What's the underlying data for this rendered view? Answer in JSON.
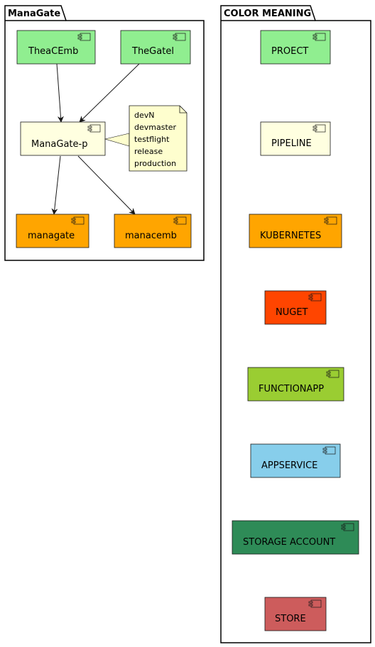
{
  "packages": {
    "managate": {
      "title": "ManaGate"
    },
    "legend": {
      "title": "COLOR MEANING"
    }
  },
  "colors": {
    "project": "#90EE90",
    "pipeline": "#FFFFE0",
    "kubernetes": "#FFA500",
    "nuget": "#FF4500",
    "functionapp": "#9ACD32",
    "appservice": "#87CEEB",
    "storage": "#2E8B57",
    "store": "#CD5C5C",
    "note": "#FEFECE",
    "stroke": "#181818",
    "arrow": "#181818"
  },
  "components": {
    "theacemb": {
      "label": "TheaCEmb"
    },
    "thegatel": {
      "label": "TheGatel"
    },
    "managate_p": {
      "label": "ManaGate-p"
    },
    "managate": {
      "label": "managate"
    },
    "manacemb": {
      "label": "manacemb"
    }
  },
  "note": {
    "lines": [
      "devN",
      "devmaster",
      "testflight",
      "release",
      "production"
    ]
  },
  "legend": {
    "project": "PROECT",
    "pipeline": "PIPELINE",
    "kubernetes": "KUBERNETES",
    "nuget": "NUGET",
    "functionapp": "FUNCTIONAPP",
    "appservice": "APPSERVICE",
    "storage": "STORAGE ACCOUNT",
    "store": "STORE"
  },
  "edges": [
    {
      "from": "theacemb",
      "to": "managate_p"
    },
    {
      "from": "thegatel",
      "to": "managate_p"
    },
    {
      "from": "managate_p",
      "to": "managate"
    },
    {
      "from": "managate_p",
      "to": "manacemb"
    }
  ]
}
